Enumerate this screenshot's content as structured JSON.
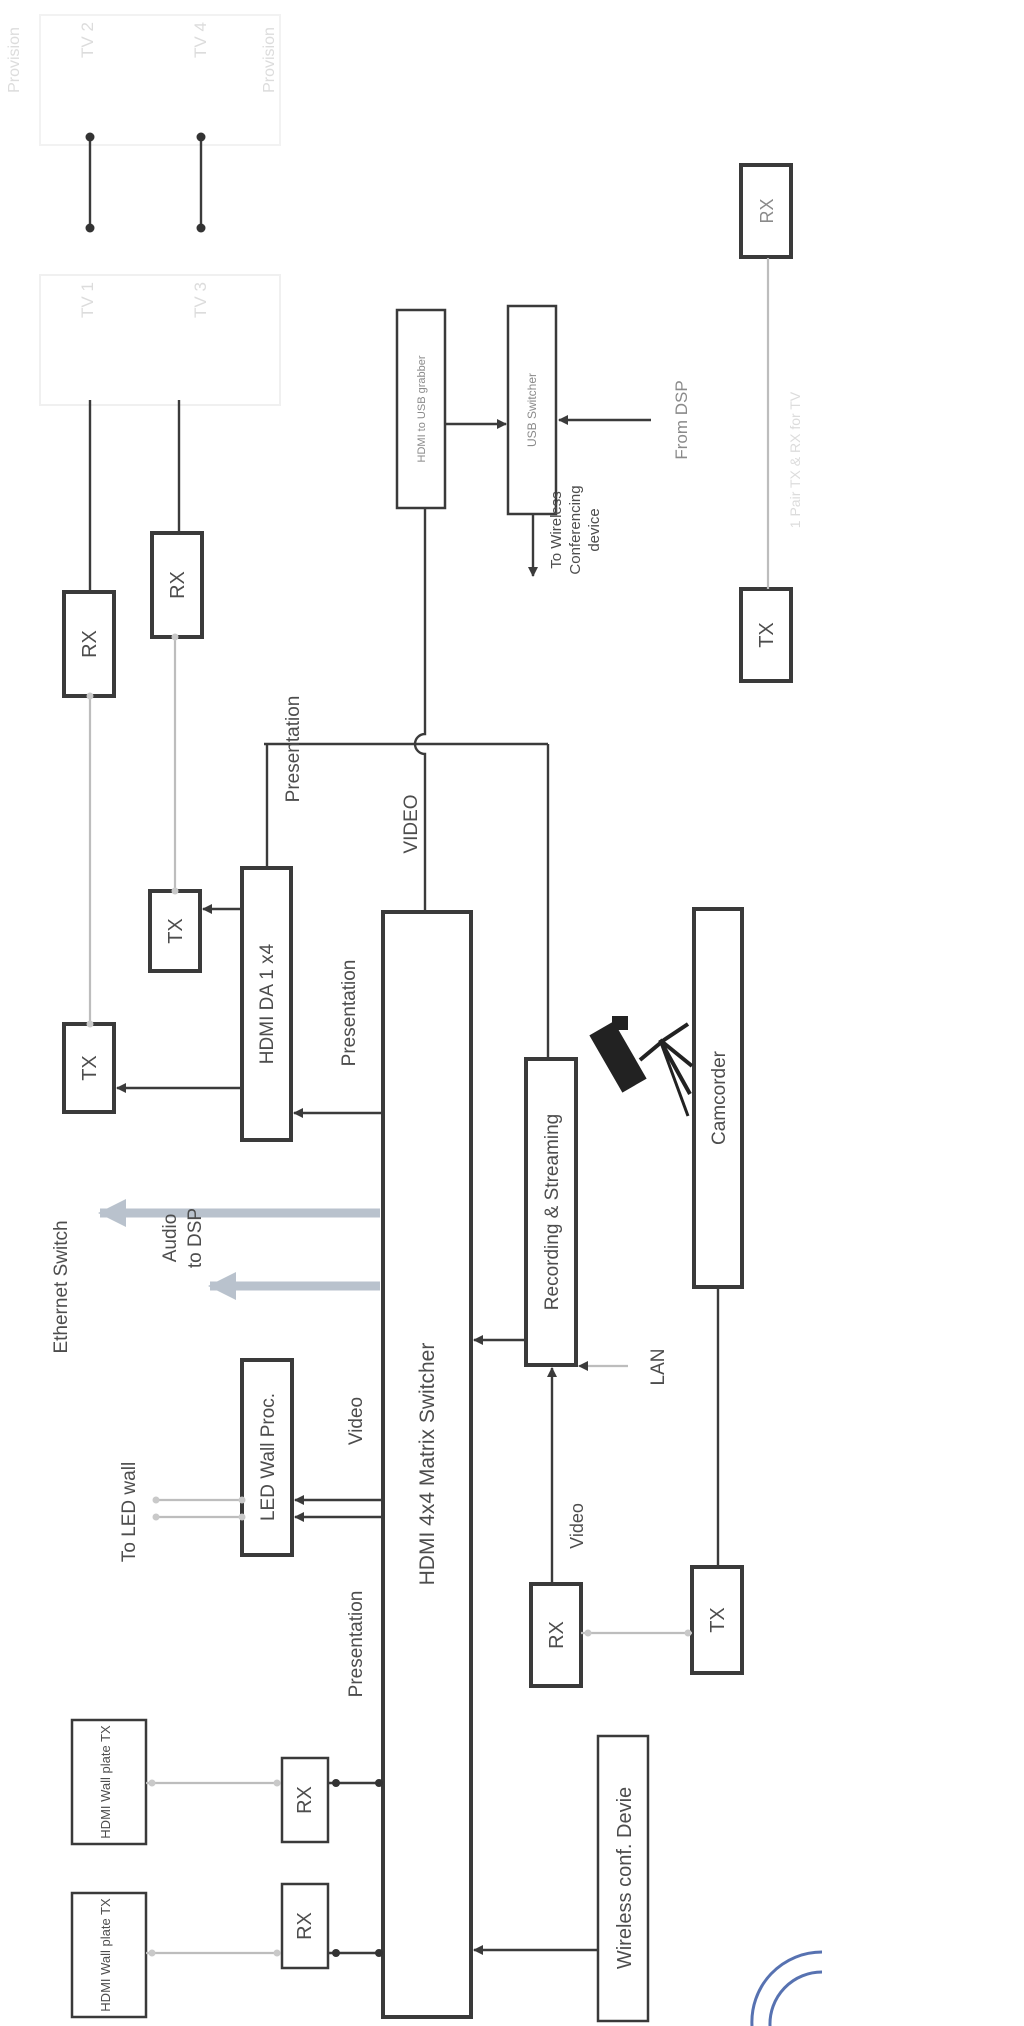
{
  "labels": {
    "wall_plate_1": "HDMI Wall plate TX",
    "wall_plate_2": "HDMI Wall plate TX",
    "rx_wall_1": "RX",
    "rx_wall_2": "RX",
    "wireless_conf": "Wireless conf. Devie",
    "matrix_switcher": "HDMI 4x4 Matrix Switcher",
    "presentation_1": "Presentation",
    "presentation_2": "Presentation",
    "presentation_3": "Presentation",
    "video_1": "Video",
    "video_2": "Video",
    "video_main": "VIDEO",
    "led_wall_proc": "LED Wall Proc.",
    "to_led_wall": "To LED wall",
    "audio_to_dsp": "Audio to DSP",
    "ethernet_switch": "Ethernet Switch",
    "hdmi_da": "HDMI DA 1 x4",
    "tx_left": "TX",
    "tx_mid": "TX",
    "rx_tv1": "RX",
    "rx_tv3": "RX",
    "tv1": "TV 1",
    "tv2": "TV 2",
    "tv3": "TV 3",
    "tv4": "TV 4",
    "provision_1": "Provision",
    "provision_2": "Provision",
    "recording_streaming": "Recording & Streaming",
    "lan": "LAN",
    "rx_cam": "RX",
    "tx_cam": "TX",
    "camcorder": "Camcorder",
    "hdmi_usb_grabber": "HDMI to USB grabber",
    "usb_switcher": "USB Switcher",
    "to_wireless_conf": "To Wireless Conferencing device",
    "from_dsp": "From DSP",
    "tx_pair": "TX",
    "rx_pair": "RX",
    "pair_note": "1 Pair TX & RX for TV"
  },
  "colors": {
    "line": "#3b3b3b",
    "link": "#bdbdbd",
    "arrow_fat": "#b9c2cd",
    "seal": "#2d4f9e"
  }
}
